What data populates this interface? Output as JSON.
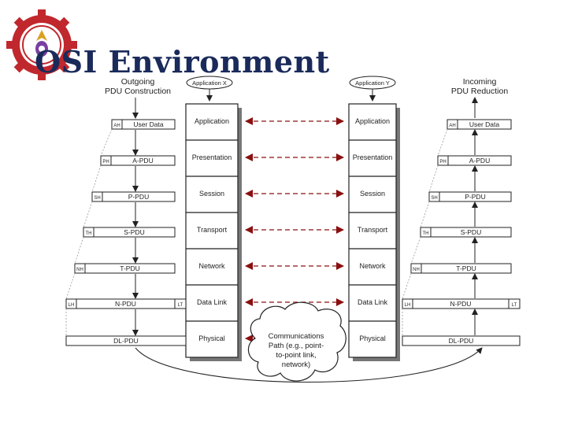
{
  "slide": {
    "title": "OSI Environment"
  },
  "diagram": {
    "outgoing_title": [
      "Outgoing",
      "PDU Construction"
    ],
    "incoming_title": [
      "Incoming",
      "PDU Reduction"
    ],
    "app_x": "Application X",
    "app_y": "Application Y",
    "layers": [
      "Application",
      "Presentation",
      "Session",
      "Transport",
      "Network",
      "Data Link",
      "Physical"
    ],
    "pdus": [
      "User Data",
      "A-PDU",
      "P-PDU",
      "S-PDU",
      "T-PDU",
      "N-PDU",
      "DL-PDU"
    ],
    "headers": [
      "AH",
      "PH",
      "SH",
      "TH",
      "NH",
      "LH"
    ],
    "trailer": "LT",
    "cloud_text": [
      "Communications",
      "Path (e.g., point-",
      "to-point link,",
      "network)"
    ]
  },
  "colors": {
    "title": "#1a2a5a",
    "logo_red": "#c0282d",
    "stack_shadow": "#777777",
    "dash": "#8a1010"
  }
}
